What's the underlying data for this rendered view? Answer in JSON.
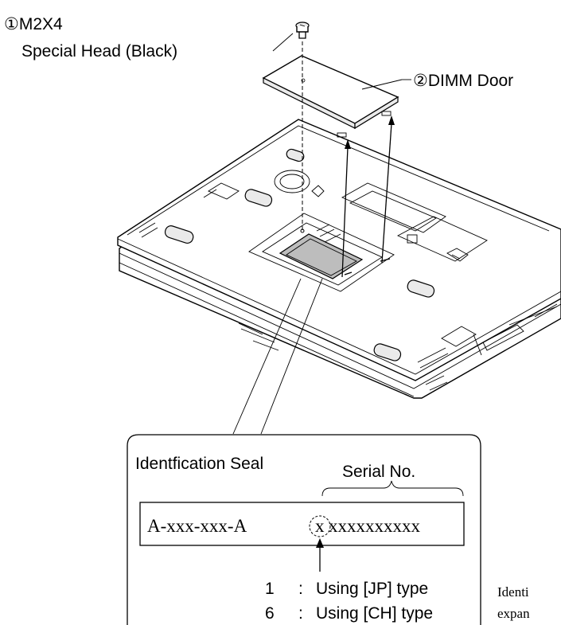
{
  "callouts": {
    "screw_number": "①",
    "screw_name": "M2X4",
    "screw_desc": "Special Head (Black)",
    "door_number": "②",
    "door_name": "DIMM Door"
  },
  "seal": {
    "title": "Identfication Seal",
    "serial_label": "Serial No.",
    "code_prefix": "A-xxx-xxx-A",
    "code_digit": "x",
    "code_rest": "xxxxxxxxxx",
    "types": [
      {
        "code": "1",
        "sep": ":",
        "desc": "Using [JP] type"
      },
      {
        "code": "6",
        "sep": ":",
        "desc": "Using [CH] type"
      }
    ]
  },
  "side_note": {
    "line1": "Identi",
    "line2": "expan"
  }
}
